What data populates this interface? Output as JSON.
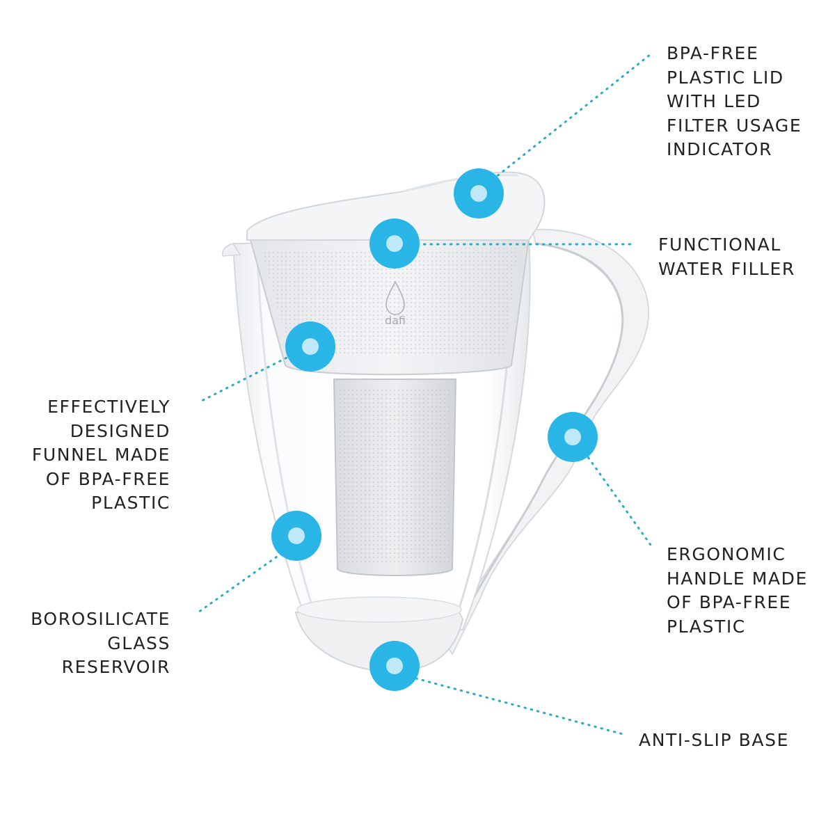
{
  "brand": {
    "logo_text": "dafi"
  },
  "colors": {
    "accent": "#29b6e6",
    "accent_light": "#bfe9f8",
    "text": "#222222",
    "dotted_line": "#2aa9c9"
  },
  "callouts": [
    {
      "id": "lid",
      "lines": [
        "BPA-FREE",
        "PLASTIC LID",
        "WITH LED",
        "FILTER USAGE",
        "INDICATOR"
      ]
    },
    {
      "id": "filler",
      "lines": [
        "FUNCTIONAL",
        "WATER FILLER"
      ]
    },
    {
      "id": "funnel",
      "lines": [
        "EFFECTIVELY",
        "DESIGNED",
        "FUNNEL MADE",
        "OF BPA-FREE",
        "PLASTIC"
      ]
    },
    {
      "id": "handle",
      "lines": [
        "ERGONOMIC",
        "HANDLE MADE",
        "OF BPA-FREE",
        "PLASTIC"
      ]
    },
    {
      "id": "reservoir",
      "lines": [
        "BOROSILICATE",
        "GLASS",
        "RESERVOIR"
      ]
    },
    {
      "id": "base",
      "lines": [
        "ANTI-SLIP BASE"
      ]
    }
  ]
}
